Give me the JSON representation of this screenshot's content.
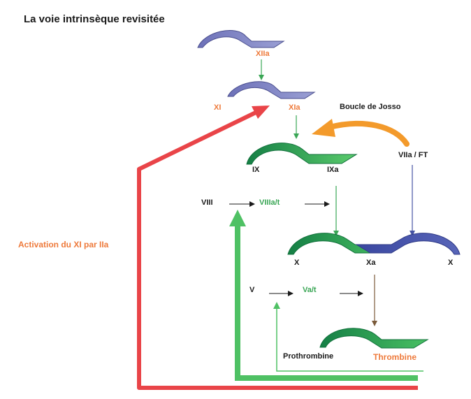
{
  "title": "La voie intrinsèque revisitée",
  "labels": {
    "xiia": "XIIa",
    "xi": "XI",
    "xia": "XIa",
    "boucle": "Boucle de Josso",
    "ix": "IX",
    "ixa": "IXa",
    "viia_ft": "VIIa / FT",
    "viii": "VIII",
    "viiia_t": "VIIIa/t",
    "activation": "Activation du XI par IIa",
    "x_left": "X",
    "xa": "Xa",
    "x_right": "X",
    "v": "V",
    "va_t": "Va/t",
    "prothrombine": "Prothrombine",
    "thrombine": "Thrombine"
  },
  "colors": {
    "purple": "#7b7fbe",
    "purple_dark": "#5a5e9f",
    "green_dark": "#1a8a4a",
    "green_light": "#4fc164",
    "blue": "#4553a3",
    "orange": "#f39a2b",
    "red": "#e94448",
    "text_orange": "#ee7a3b",
    "text_green": "#3aa655",
    "brown": "#7a5a3a"
  }
}
